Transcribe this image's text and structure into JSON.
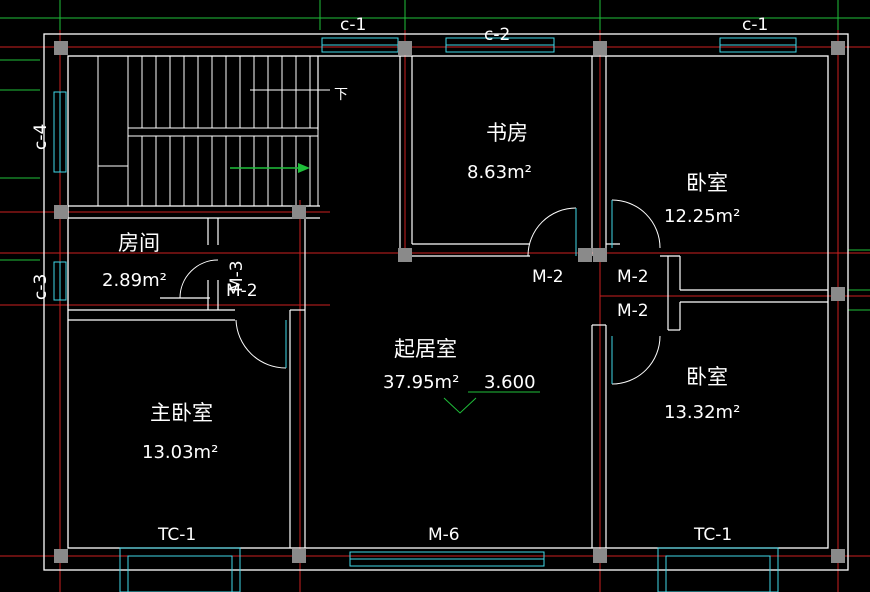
{
  "rooms": {
    "study": {
      "name": "书房",
      "area": "8.63m²"
    },
    "bedroom_ne": {
      "name": "卧室",
      "area": "12.25m²"
    },
    "spare_room": {
      "name": "房间",
      "area": "2.89m²"
    },
    "living": {
      "name": "起居室",
      "area": "37.95m²",
      "elevation": "3.600"
    },
    "bedroom_se": {
      "name": "卧室",
      "area": "13.32m²"
    },
    "master": {
      "name": "主卧室",
      "area": "13.03m²"
    }
  },
  "doors": {
    "study_door": "M-2",
    "spare_door": "M-2",
    "bedroom_ne_door": "M-2",
    "bedroom_se_door": "M-2",
    "spare_side_door": "M-3",
    "living_main": "M-6"
  },
  "windows": {
    "top_left": "c-1",
    "top_center": "c-2",
    "top_right": "c-1",
    "left_upper": "c-4",
    "left_lower": "c-3",
    "bottom_left": "TC-1",
    "bottom_right": "TC-1"
  },
  "stair": {
    "down_label": "下"
  },
  "colors": {
    "background": "#000000",
    "wall": "#ffffff",
    "axis_red": "#cc1f1f",
    "dim_green": "#1fbf3a",
    "window_cyan": "#40d8e8",
    "column_gray": "#8a8a8a"
  }
}
